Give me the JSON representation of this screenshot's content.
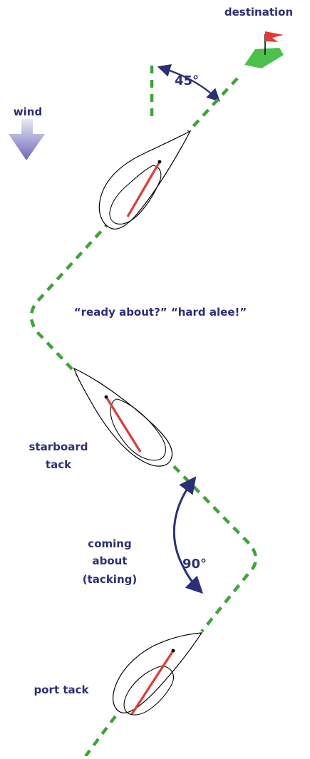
{
  "labels": {
    "destination": "destination",
    "wind": "wind",
    "angle_45": "45°",
    "commands": "“ready about?” “hard alee!”",
    "starboard_tack_line1": "starboard",
    "starboard_tack_line2": "tack",
    "coming_about_line1": "coming",
    "coming_about_line2": "about",
    "coming_about_line3": "(tacking)",
    "angle_90": "90°",
    "port_tack": "port tack"
  },
  "colors": {
    "text": "#2b2e79",
    "course_line": "#3fa33a",
    "flag": "#e53935",
    "flag_green": "#4cc04b",
    "arrow": "#2b2e79",
    "wind_arrow_top": "#e7e8f6",
    "wind_arrow_bottom": "#6c67b7",
    "sail": "#e53935",
    "hull_stroke": "#000000"
  },
  "icons": {
    "destination": "flag-icon",
    "wind": "wind-arrow-icon"
  }
}
